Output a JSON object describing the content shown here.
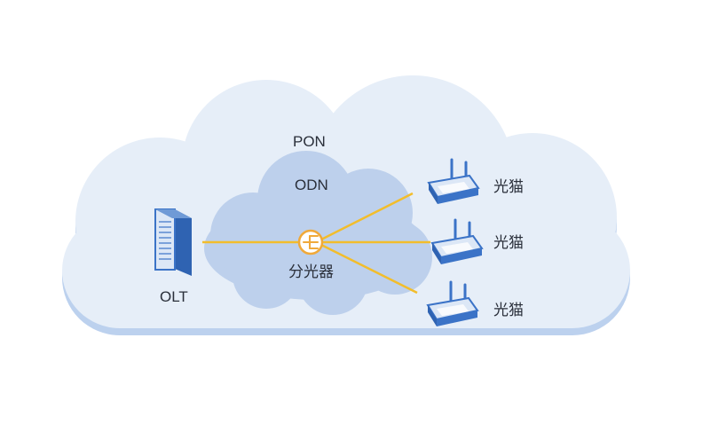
{
  "diagram": {
    "pon_label": "PON",
    "odn_label": "ODN",
    "olt_label": "OLT",
    "splitter_label": "分光器",
    "modems": [
      {
        "label": "光猫"
      },
      {
        "label": "光猫"
      },
      {
        "label": "光猫"
      }
    ]
  },
  "colors": {
    "outer_cloud": "#e6eef8",
    "outer_cloud_shadow": "#bcd1ee",
    "inner_cloud": "#bdd0ec",
    "fiber": "#f2bd2c",
    "splitter_ring": "#f0a93a",
    "device_blue": "#3b73c7"
  }
}
